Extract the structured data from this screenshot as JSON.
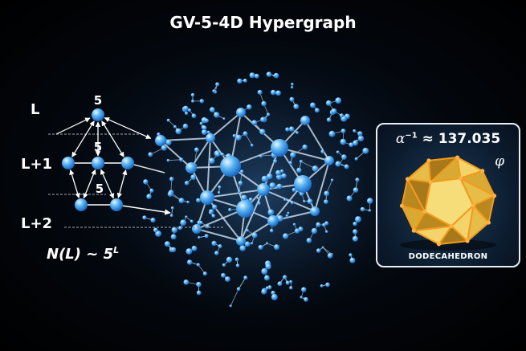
{
  "title": "GV-5-4D Hypergraph",
  "levels": [
    "L",
    "L+1",
    "L+2"
  ],
  "branch_labels": [
    "5",
    "5",
    "5"
  ],
  "formula": {
    "base": "N(L) ~ 5",
    "exponent": "L"
  },
  "card": {
    "alpha_symbol": "α",
    "alpha_exp": "−1",
    "approx": "≈ 137.035",
    "phi": "φ",
    "caption": "DODECAHEDRON"
  },
  "colors": {
    "node": "#3fa2ee",
    "gold": "#d9a52a",
    "edge_orange": "#f39a1c"
  }
}
